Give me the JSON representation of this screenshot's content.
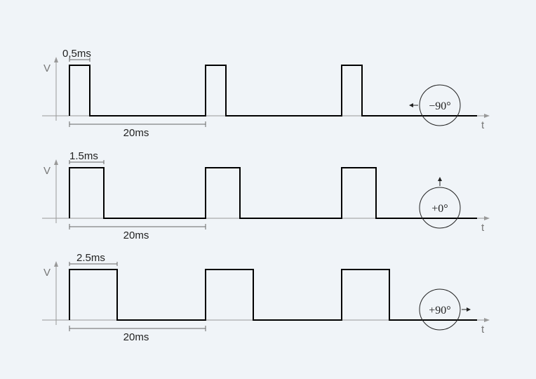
{
  "colors": {
    "background": "#f0f4f8",
    "signal": "#000000",
    "axis": "#999999",
    "dimension": "#666666",
    "label": "#222222",
    "axis_label": "#777777"
  },
  "rows": [
    {
      "axis_y_label": "V",
      "axis_x_label": "t",
      "pulse_label": "0,5ms",
      "period_label": "20ms",
      "angle_label": "−90°",
      "pointer_direction": "left",
      "icon": "servo-pointer-left-icon"
    },
    {
      "axis_y_label": "V",
      "axis_x_label": "t",
      "pulse_label": "1.5ms",
      "period_label": "20ms",
      "angle_label": "+0°",
      "pointer_direction": "up",
      "icon": "servo-pointer-up-icon"
    },
    {
      "axis_y_label": "V",
      "axis_x_label": "t",
      "pulse_label": "2.5ms",
      "period_label": "20ms",
      "angle_label": "+90°",
      "pointer_direction": "right",
      "icon": "servo-pointer-right-icon"
    }
  ]
}
